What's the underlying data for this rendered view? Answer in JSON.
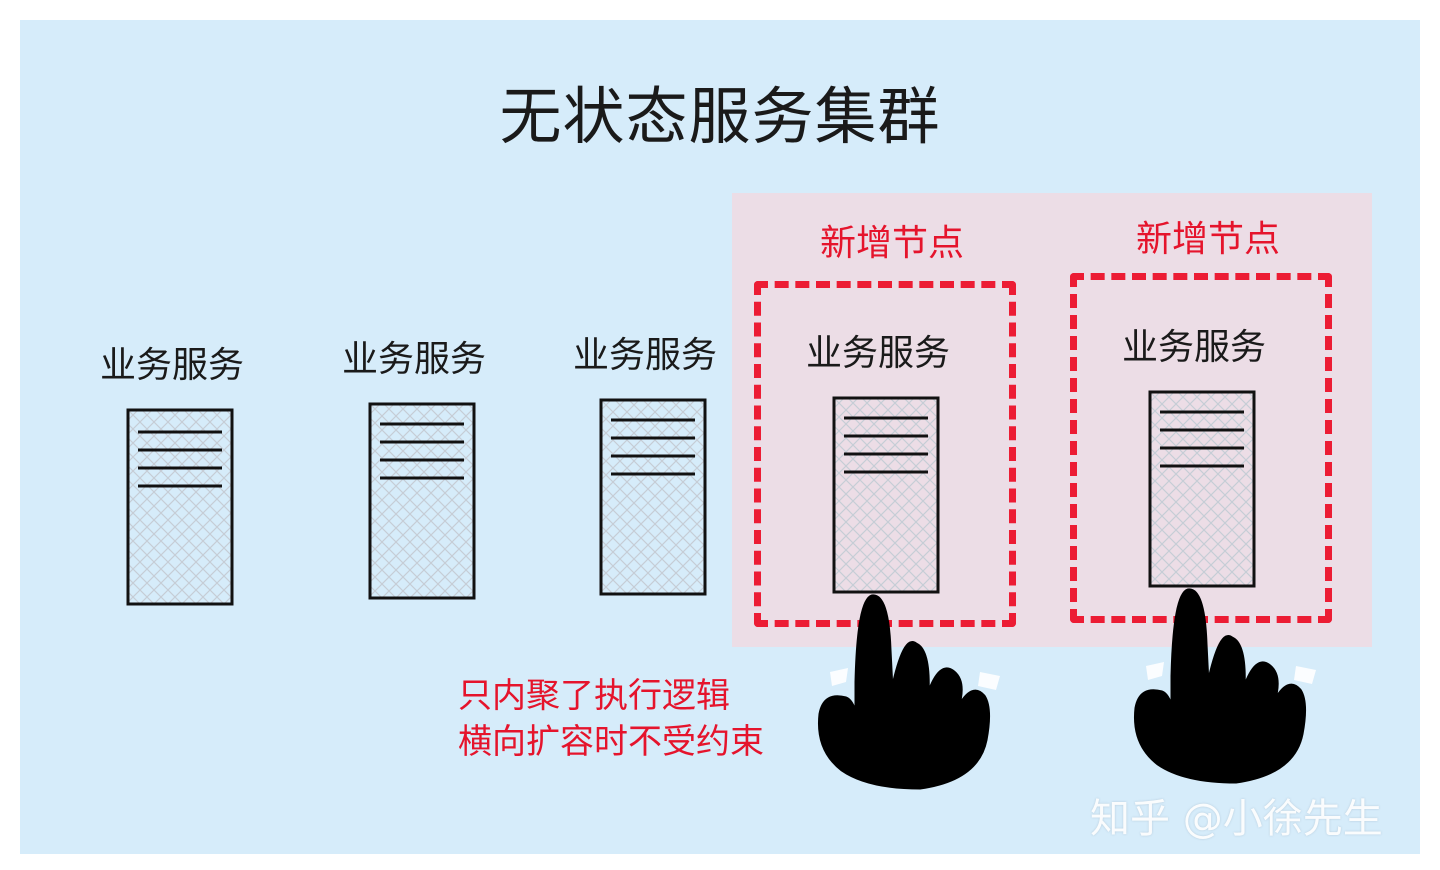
{
  "title": "无状态服务集群",
  "service_label": "业务服务",
  "new_node_label": "新增节点",
  "services": [
    {
      "label": "业务服务",
      "is_new": false
    },
    {
      "label": "业务服务",
      "is_new": false
    },
    {
      "label": "业务服务",
      "is_new": false
    },
    {
      "label": "业务服务",
      "is_new": true
    },
    {
      "label": "业务服务",
      "is_new": true
    }
  ],
  "new_nodes": [
    {
      "label": "新增节点"
    },
    {
      "label": "新增节点"
    }
  ],
  "note": {
    "line1": "只内聚了执行逻辑",
    "line2": "横向扩容时不受约束"
  },
  "watermark": "知乎 @小徐先生",
  "colors": {
    "background": "#d6ecfa",
    "highlight": "#ecdde6",
    "accent_red": "#e5142c",
    "text": "#1a1a1a"
  }
}
